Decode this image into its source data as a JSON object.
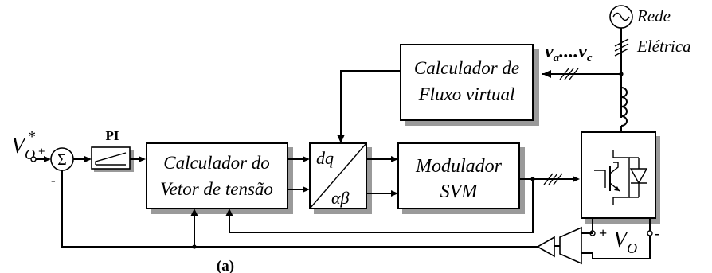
{
  "grid": {
    "title": "Rede",
    "subtitle": "Elétrica"
  },
  "flux_calculator": {
    "line1": "Calculador de",
    "line2": "Fluxo virtual"
  },
  "voltage_vector_calculator": {
    "line1": "Calculador do",
    "line2": "Vetor de tensão"
  },
  "transform": {
    "top": "dq",
    "bottom": "αβ"
  },
  "modulator": {
    "line1": "Modulador",
    "line2": "SVM"
  },
  "pi": {
    "label": "PI"
  },
  "reference": {
    "symbol": "V",
    "subscript": "O",
    "superscript": "*"
  },
  "output_voltage": {
    "symbol": "V",
    "subscript": "O"
  },
  "sum": {
    "plus": "+",
    "minus": "-",
    "sigma": "Σ"
  },
  "phase_voltages": {
    "v": "v",
    "a": "a",
    "dots": "....",
    "c": "c"
  },
  "dc_terminals": {
    "plus": "+",
    "minus": "-"
  },
  "caption": "(a)"
}
